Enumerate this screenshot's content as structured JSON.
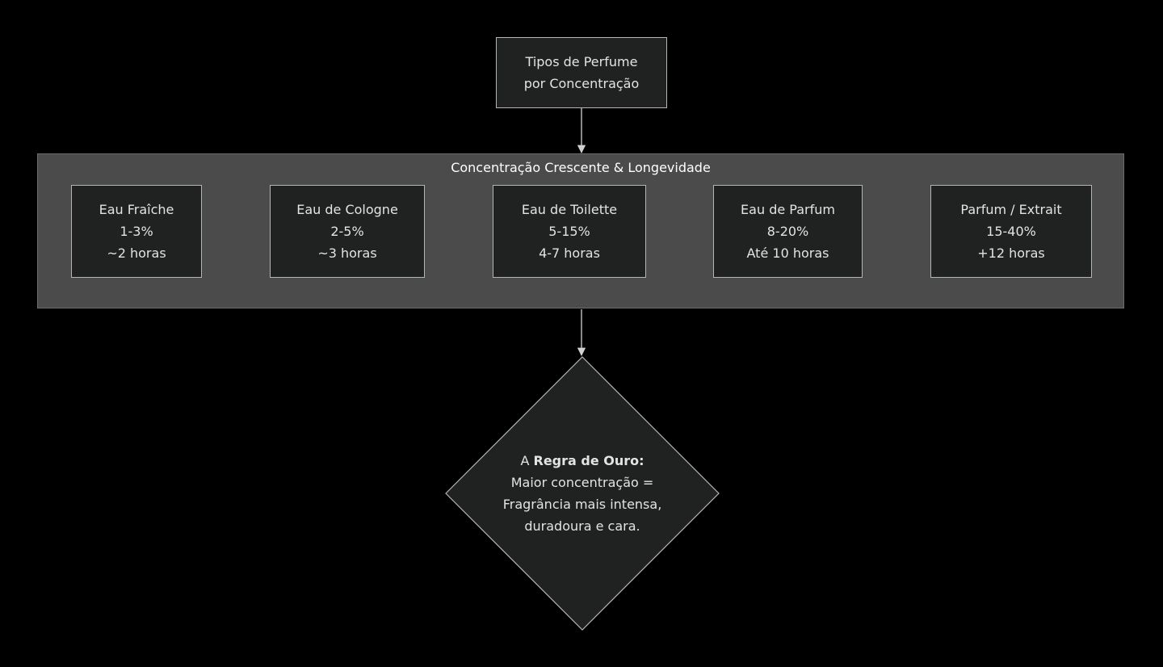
{
  "diagram": {
    "colors": {
      "background": "#000000",
      "node_fill": "#202221",
      "node_border": "#b5b5b5",
      "cluster_fill": "#4a4b4a",
      "edge": "#d0d0d0",
      "text": "#e3e3e3"
    },
    "root": {
      "line1": "Tipos de Perfume",
      "line2": "por Concentração"
    },
    "cluster": {
      "title": "Concentração Crescente & Longevidade"
    },
    "types": [
      {
        "name": "Eau Fraîche",
        "concentration": "1-3%",
        "duration": "~2 horas"
      },
      {
        "name": "Eau de Cologne",
        "concentration": "2-5%",
        "duration": "~3 horas"
      },
      {
        "name": "Eau de Toilette",
        "concentration": "5-15%",
        "duration": "4-7 horas"
      },
      {
        "name": "Eau de Parfum",
        "concentration": "8-20%",
        "duration": "Até 10 horas"
      },
      {
        "name": "Parfum / Extrait",
        "concentration": "15-40%",
        "duration": "+12 horas"
      }
    ],
    "rule": {
      "prefix": "A ",
      "bold": "Regra de Ouro:",
      "line2": "Maior concentração =",
      "line3": "Fragrância mais intensa,",
      "line4": "duradoura e cara."
    }
  }
}
